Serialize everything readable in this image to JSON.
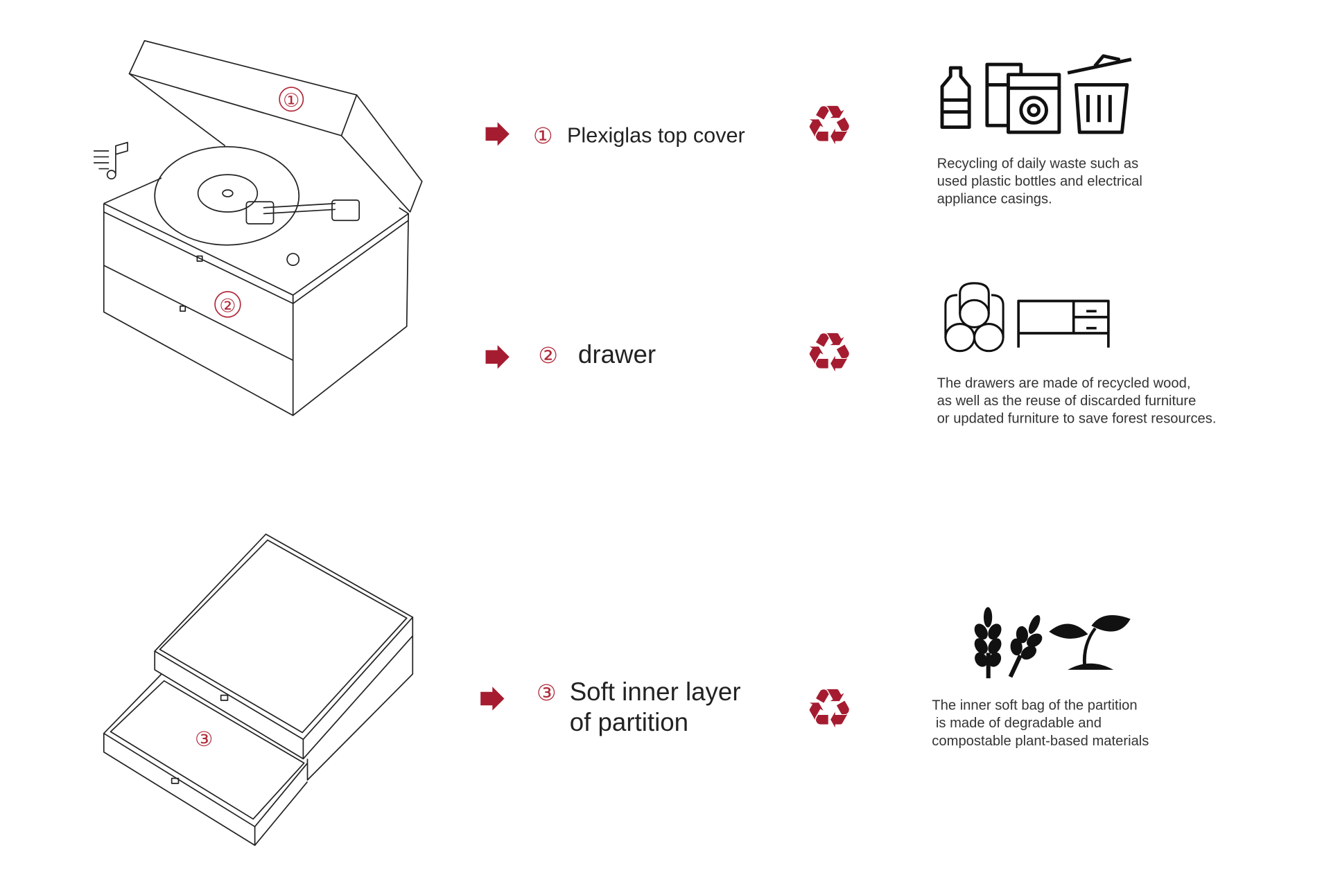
{
  "colors": {
    "accent": "#a51c30",
    "line": "#222222",
    "background": "#ffffff"
  },
  "diagram_markers": {
    "m1": "①",
    "m2": "②",
    "m3": "③"
  },
  "rows": [
    {
      "marker": "①",
      "label_lines": [
        "Plexiglas top cover"
      ],
      "icon": "recycle-icon",
      "illustrations": [
        "bottle-icon",
        "refrigerator-icon",
        "washing-machine-icon",
        "trash-bin-icon"
      ],
      "description_lines": [
        "Recycling of daily waste such as",
        "used plastic bottles and electrical",
        "appliance casings."
      ]
    },
    {
      "marker": "②",
      "label_lines": [
        "drawer"
      ],
      "icon": "recycle-icon",
      "illustrations": [
        "logs-icon",
        "cabinet-icon"
      ],
      "description_lines": [
        "The drawers are made of recycled wood,",
        "as well as the reuse of discarded furniture",
        "or updated furniture to save forest resources."
      ]
    },
    {
      "marker": "③",
      "label_lines": [
        "Soft inner layer",
        "of partition"
      ],
      "icon": "recycle-icon",
      "illustrations": [
        "wheat-icon",
        "wheat-icon",
        "sprout-icon"
      ],
      "description_lines": [
        "The inner soft bag of the partition",
        " is made of degradable and",
        "compostable plant-based materials"
      ]
    }
  ]
}
